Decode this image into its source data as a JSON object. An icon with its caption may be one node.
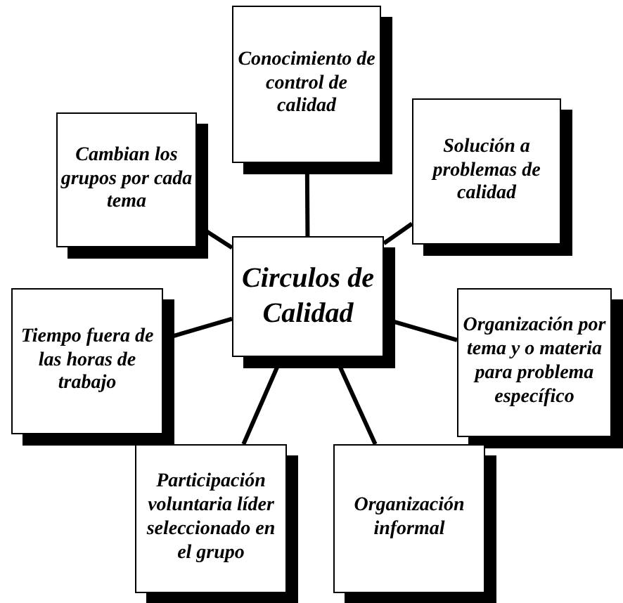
{
  "diagram": {
    "nodes": [
      {
        "text": [
          "Conocimiento de control de calidad"
        ]
      },
      {
        "text": [
          "Cambian los grupos por cada tema"
        ]
      },
      {
        "text": [
          "Solución a problemas de calidad"
        ]
      },
      {
        "text": [
          "Circulos de Calidad"
        ]
      },
      {
        "text": [
          "Tiempo fuera de las horas de trabajo"
        ]
      },
      {
        "text": [
          "Organización por tema y o materia para problema específico"
        ]
      },
      {
        "text": [
          "Participación voluntaria líder seleccionado en el grupo"
        ]
      },
      {
        "text": [
          "Organización informal"
        ]
      }
    ],
    "edges": [
      {
        "from": 3,
        "to": 0,
        "arrow": "none"
      },
      {
        "from": 3,
        "to": 1,
        "arrow": "none"
      },
      {
        "from": 3,
        "to": 2,
        "arrow": "none"
      },
      {
        "from": 3,
        "to": 4,
        "arrow": "none"
      },
      {
        "from": 3,
        "to": 5,
        "arrow": "none"
      },
      {
        "from": 3,
        "to": 6,
        "arrow": "none"
      },
      {
        "from": 3,
        "to": 7,
        "arrow": "none"
      }
    ]
  }
}
